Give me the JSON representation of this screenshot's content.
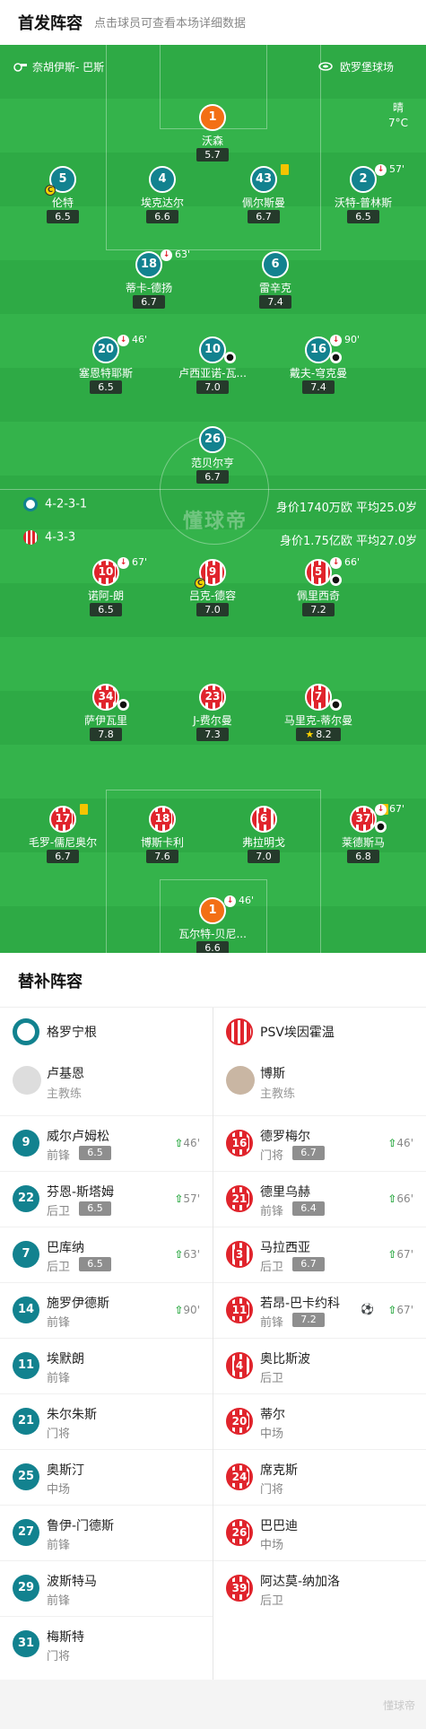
{
  "header": {
    "title": "首发阵容",
    "subtitle": "点击球员可查看本场详细数据"
  },
  "match": {
    "referee": "奈胡伊斯- 巴斯",
    "stadium": "欧罗堡球场",
    "weather": "晴",
    "temperature": "7°C",
    "watermark": "懂球帝"
  },
  "home": {
    "name": "格罗宁根",
    "formation": "4-2-3-1",
    "stats": "身价1740万欧  平均25.0岁",
    "color": "#12828f",
    "players": [
      {
        "num": "1",
        "name": "沃森",
        "rating": "5.7",
        "gk": true
      },
      {
        "num": "5",
        "name": "伦特",
        "rating": "6.5",
        "yellow": true
      },
      {
        "num": "4",
        "name": "埃克达尔",
        "rating": "6.6"
      },
      {
        "num": "43",
        "name": "佩尔斯曼",
        "rating": "6.7",
        "card": true
      },
      {
        "num": "2",
        "name": "沃特-普林斯",
        "rating": "6.5",
        "sub": "57'"
      },
      {
        "num": "18",
        "name": "蒂卡-德扬",
        "rating": "6.7",
        "sub": "63'"
      },
      {
        "num": "6",
        "name": "雷辛克",
        "rating": "7.4"
      },
      {
        "num": "20",
        "name": "塞恩特耶斯",
        "rating": "6.5",
        "sub": "46'"
      },
      {
        "num": "10",
        "name": "卢西亚诺-瓦...",
        "rating": "7.0",
        "ball": true
      },
      {
        "num": "16",
        "name": "戴夫-穹克曼",
        "rating": "7.4",
        "sub": "90'",
        "ball": true
      },
      {
        "num": "26",
        "name": "范贝尔亨",
        "rating": "6.7"
      }
    ]
  },
  "away": {
    "name": "PSV埃因霍温",
    "formation": "4-3-3",
    "stats": "身价1.75亿欧  平均27.0岁",
    "color": "#e0242c",
    "players": [
      {
        "num": "10",
        "name": "诺阿-朗",
        "rating": "6.5",
        "sub": "67'"
      },
      {
        "num": "9",
        "name": "吕克-德容",
        "rating": "7.0",
        "yellow": true
      },
      {
        "num": "5",
        "name": "佩里西奇",
        "rating": "7.2",
        "sub": "66'",
        "ball": true
      },
      {
        "num": "34",
        "name": "萨伊瓦里",
        "rating": "7.8",
        "ball": true
      },
      {
        "num": "23",
        "name": "J-费尔曼",
        "rating": "7.3"
      },
      {
        "num": "7",
        "name": "马里克-蒂尔曼",
        "rating": "8.2",
        "ball": true,
        "star": true
      },
      {
        "num": "17",
        "name": "毛罗-儒尼奥尔",
        "rating": "6.7",
        "card": true
      },
      {
        "num": "18",
        "name": "博斯卡利",
        "rating": "7.6"
      },
      {
        "num": "6",
        "name": "弗拉明戈",
        "rating": "7.0"
      },
      {
        "num": "37",
        "name": "莱德斯马",
        "rating": "6.8",
        "card": true,
        "sub": "67'",
        "ball": true
      },
      {
        "num": "1",
        "name": "瓦尔特-贝尼...",
        "rating": "6.6",
        "gk": true,
        "sub": "46'"
      }
    ]
  },
  "bench": {
    "title": "替补阵容",
    "coach_role": "主教练",
    "home_coach": "卢基恩",
    "away_coach": "博斯",
    "home": [
      {
        "num": "9",
        "name": "威尔卢姆松",
        "pos": "前锋",
        "rating": "6.5",
        "in": "46'"
      },
      {
        "num": "22",
        "name": "芬恩-斯塔姆",
        "pos": "后卫",
        "rating": "6.5",
        "in": "57'"
      },
      {
        "num": "7",
        "name": "巴库纳",
        "pos": "后卫",
        "rating": "6.5",
        "in": "63'"
      },
      {
        "num": "14",
        "name": "施罗伊德斯",
        "pos": "前锋",
        "rating": "",
        "in": "90'"
      },
      {
        "num": "11",
        "name": "埃默朗",
        "pos": "前锋",
        "rating": "",
        "in": ""
      },
      {
        "num": "21",
        "name": "朱尔朱斯",
        "pos": "门将",
        "rating": "",
        "in": ""
      },
      {
        "num": "25",
        "name": "奥斯汀",
        "pos": "中场",
        "rating": "",
        "in": ""
      },
      {
        "num": "27",
        "name": "鲁伊-门德斯",
        "pos": "前锋",
        "rating": "",
        "in": ""
      },
      {
        "num": "29",
        "name": "波斯特马",
        "pos": "前锋",
        "rating": "",
        "in": ""
      },
      {
        "num": "31",
        "name": "梅斯特",
        "pos": "门将",
        "rating": "",
        "in": ""
      }
    ],
    "away": [
      {
        "num": "16",
        "name": "德罗梅尔",
        "pos": "门将",
        "rating": "6.7",
        "in": "46'"
      },
      {
        "num": "21",
        "name": "德里乌赫",
        "pos": "前锋",
        "rating": "6.4",
        "in": "66'"
      },
      {
        "num": "3",
        "name": "马拉西亚",
        "pos": "后卫",
        "rating": "6.7",
        "in": "67'"
      },
      {
        "num": "11",
        "name": "若昂-巴卡约科",
        "pos": "前锋",
        "rating": "7.2",
        "in": "67'",
        "goal": true
      },
      {
        "num": "4",
        "name": "奥比斯波",
        "pos": "后卫",
        "rating": "",
        "in": ""
      },
      {
        "num": "20",
        "name": "蒂尔",
        "pos": "中场",
        "rating": "",
        "in": ""
      },
      {
        "num": "24",
        "name": "席克斯",
        "pos": "门将",
        "rating": "",
        "in": ""
      },
      {
        "num": "26",
        "name": "巴巴迪",
        "pos": "中场",
        "rating": "",
        "in": ""
      },
      {
        "num": "39",
        "name": "阿达莫-纳加洛",
        "pos": "后卫",
        "rating": "",
        "in": ""
      }
    ]
  },
  "footer": {
    "watermark": "懂球帝"
  },
  "colors": {
    "pitch": "#2eaa45",
    "teal": "#12828f",
    "psv_red": "#e0242c",
    "gk_orange": "#f36f15"
  }
}
